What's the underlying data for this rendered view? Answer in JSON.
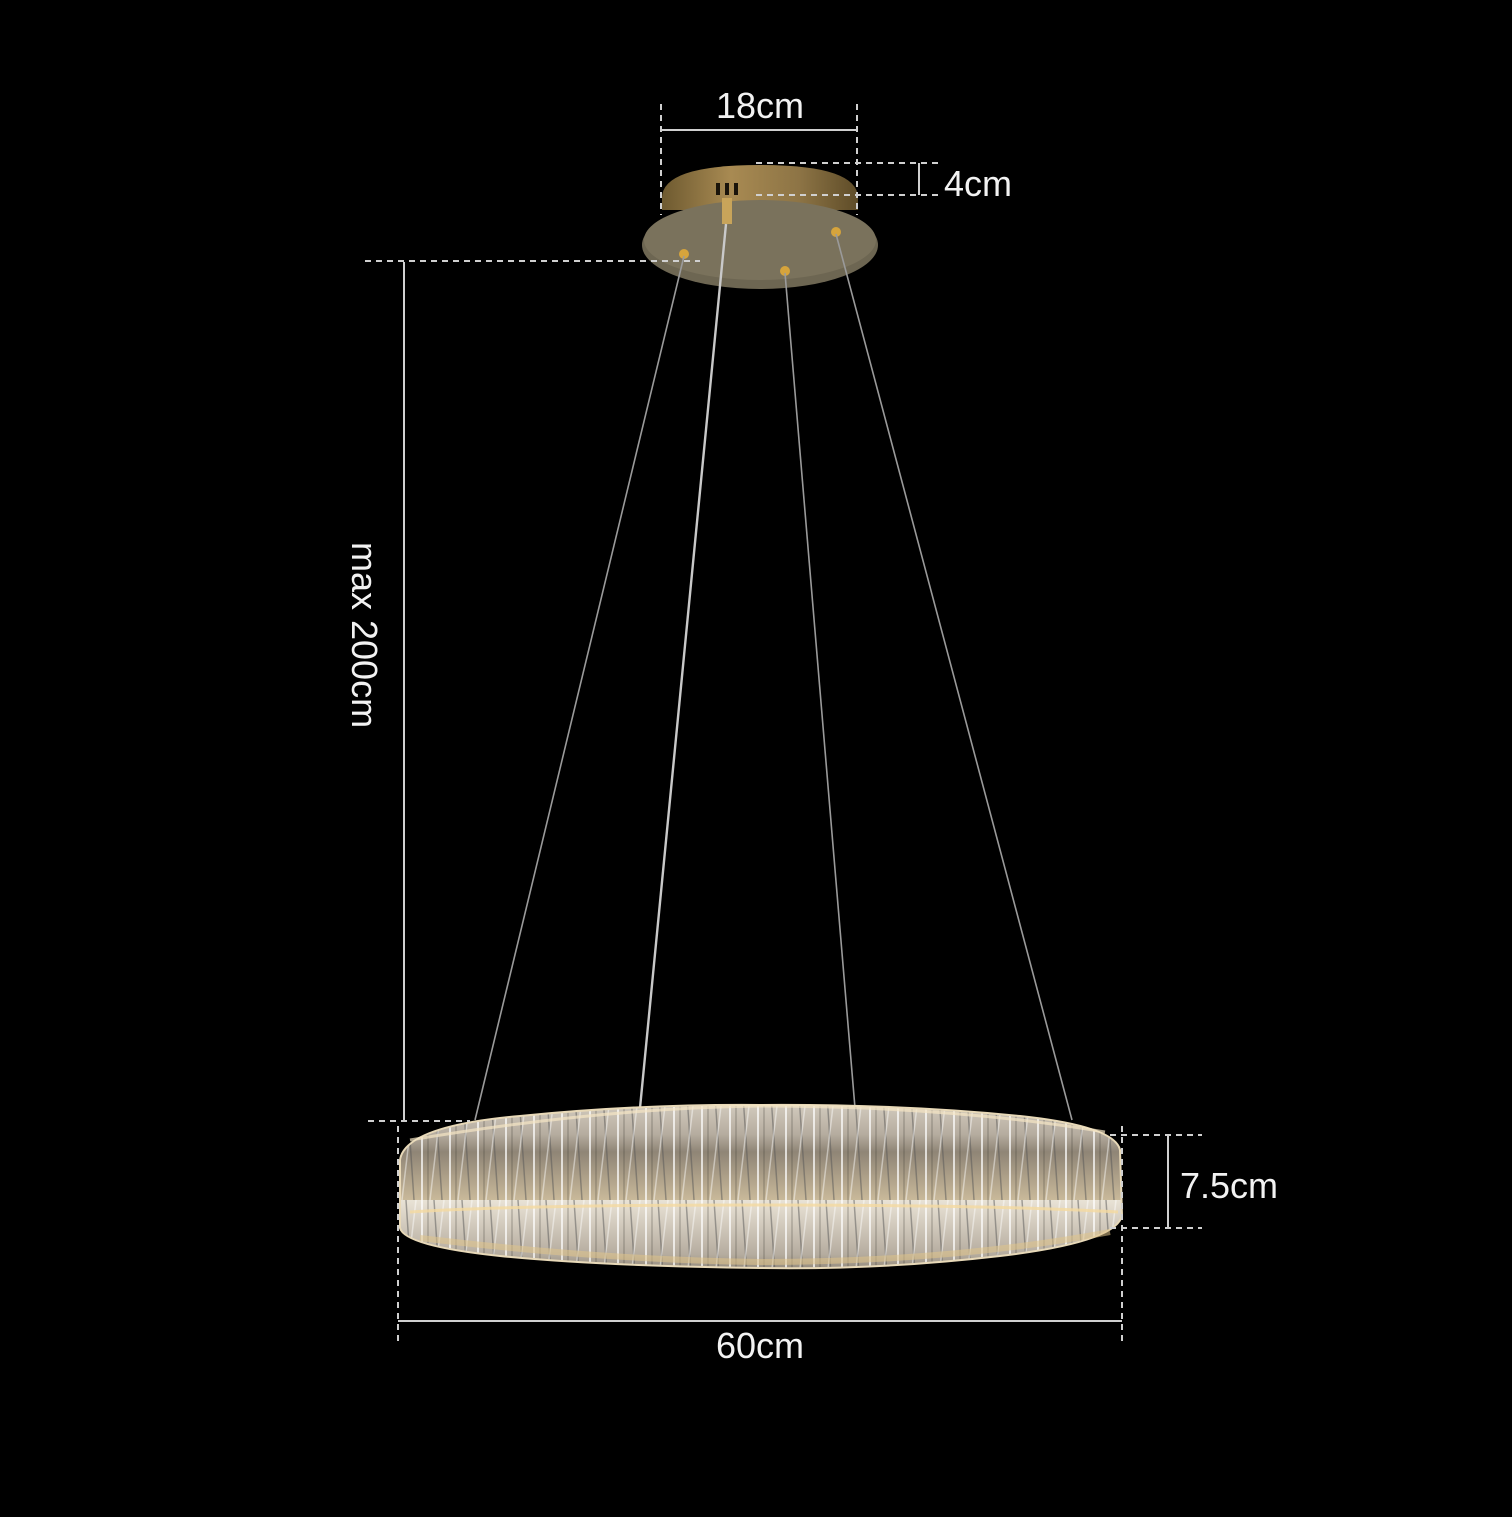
{
  "diagram": {
    "subject": "Crystal ring pendant chandelier with brass canopy",
    "background_color": "#000000",
    "label_color": "#f2f2f2",
    "dimension_line_color": "#cfcfcf",
    "canopy_color": "#8a7a55",
    "canopy_bottom_color": "#6b6450",
    "dimensions": {
      "canopy_diameter": "18cm",
      "canopy_height": "4cm",
      "max_drop": "max 200cm",
      "ring_height": "7.5cm",
      "ring_diameter": "60cm"
    },
    "components": [
      {
        "name": "canopy",
        "description": "Brushed brass ceiling canopy"
      },
      {
        "name": "suspension-cables",
        "count": 4
      },
      {
        "name": "power-cord",
        "count": 1
      },
      {
        "name": "crystal-ring",
        "description": "Faceted crystal ring shade"
      }
    ]
  }
}
